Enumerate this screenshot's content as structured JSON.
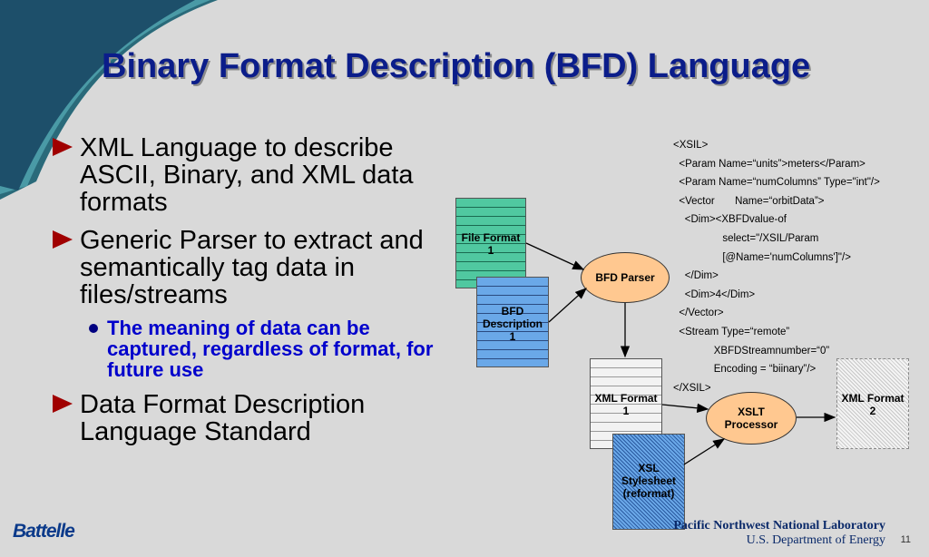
{
  "slide": {
    "title": "Binary Format Description (BFD) Language",
    "bullets": [
      {
        "text": "XML Language to describe ASCII, Binary, and XML data formats"
      },
      {
        "text": "Generic Parser to extract and semantically tag data in files/streams"
      },
      {
        "text": "Data Format Description Language Standard"
      }
    ],
    "sub_bullet": "The meaning of data can be captured, regardless of format, for future use"
  },
  "diagram": {
    "file_format": "File Format\n1",
    "bfd_description": "BFD\nDescription\n1",
    "bfd_parser": "BFD Parser",
    "xml_format_1": "XML Format\n1",
    "xsl_stylesheet": "XSL\nStylesheet\n(reformat)",
    "xslt_processor": "XSLT\nProcessor",
    "xml_format_2": "XML Format\n2"
  },
  "code_lines": [
    "<XSIL>",
    "  <Param Name=“units”>meters</Param>",
    "  <Param Name=“numColumns” Type=\"int\"/>",
    "  <Vector       Name=“orbitData”>",
    "    <Dim><XBFDvalue-of",
    "                 select=\"/XSIL/Param",
    "                 [@Name='numColumns']\"/>",
    "    </Dim>",
    "    <Dim>4</Dim>",
    "  </Vector>",
    "  <Stream Type=“remote”",
    "              XBFDStreamnumber=“0”",
    "              Encoding = “biinary”/>",
    "</XSIL>"
  ],
  "footer": {
    "logo": "Battelle",
    "lab": "Pacific Northwest National Laboratory",
    "dept": "U.S. Department of Energy",
    "page": "11"
  },
  "colors": {
    "title": "#0b1d8a",
    "bullet_arrow": "#a00000",
    "sub_bullet": "#0000cc",
    "ellipse": "#ffc890"
  }
}
